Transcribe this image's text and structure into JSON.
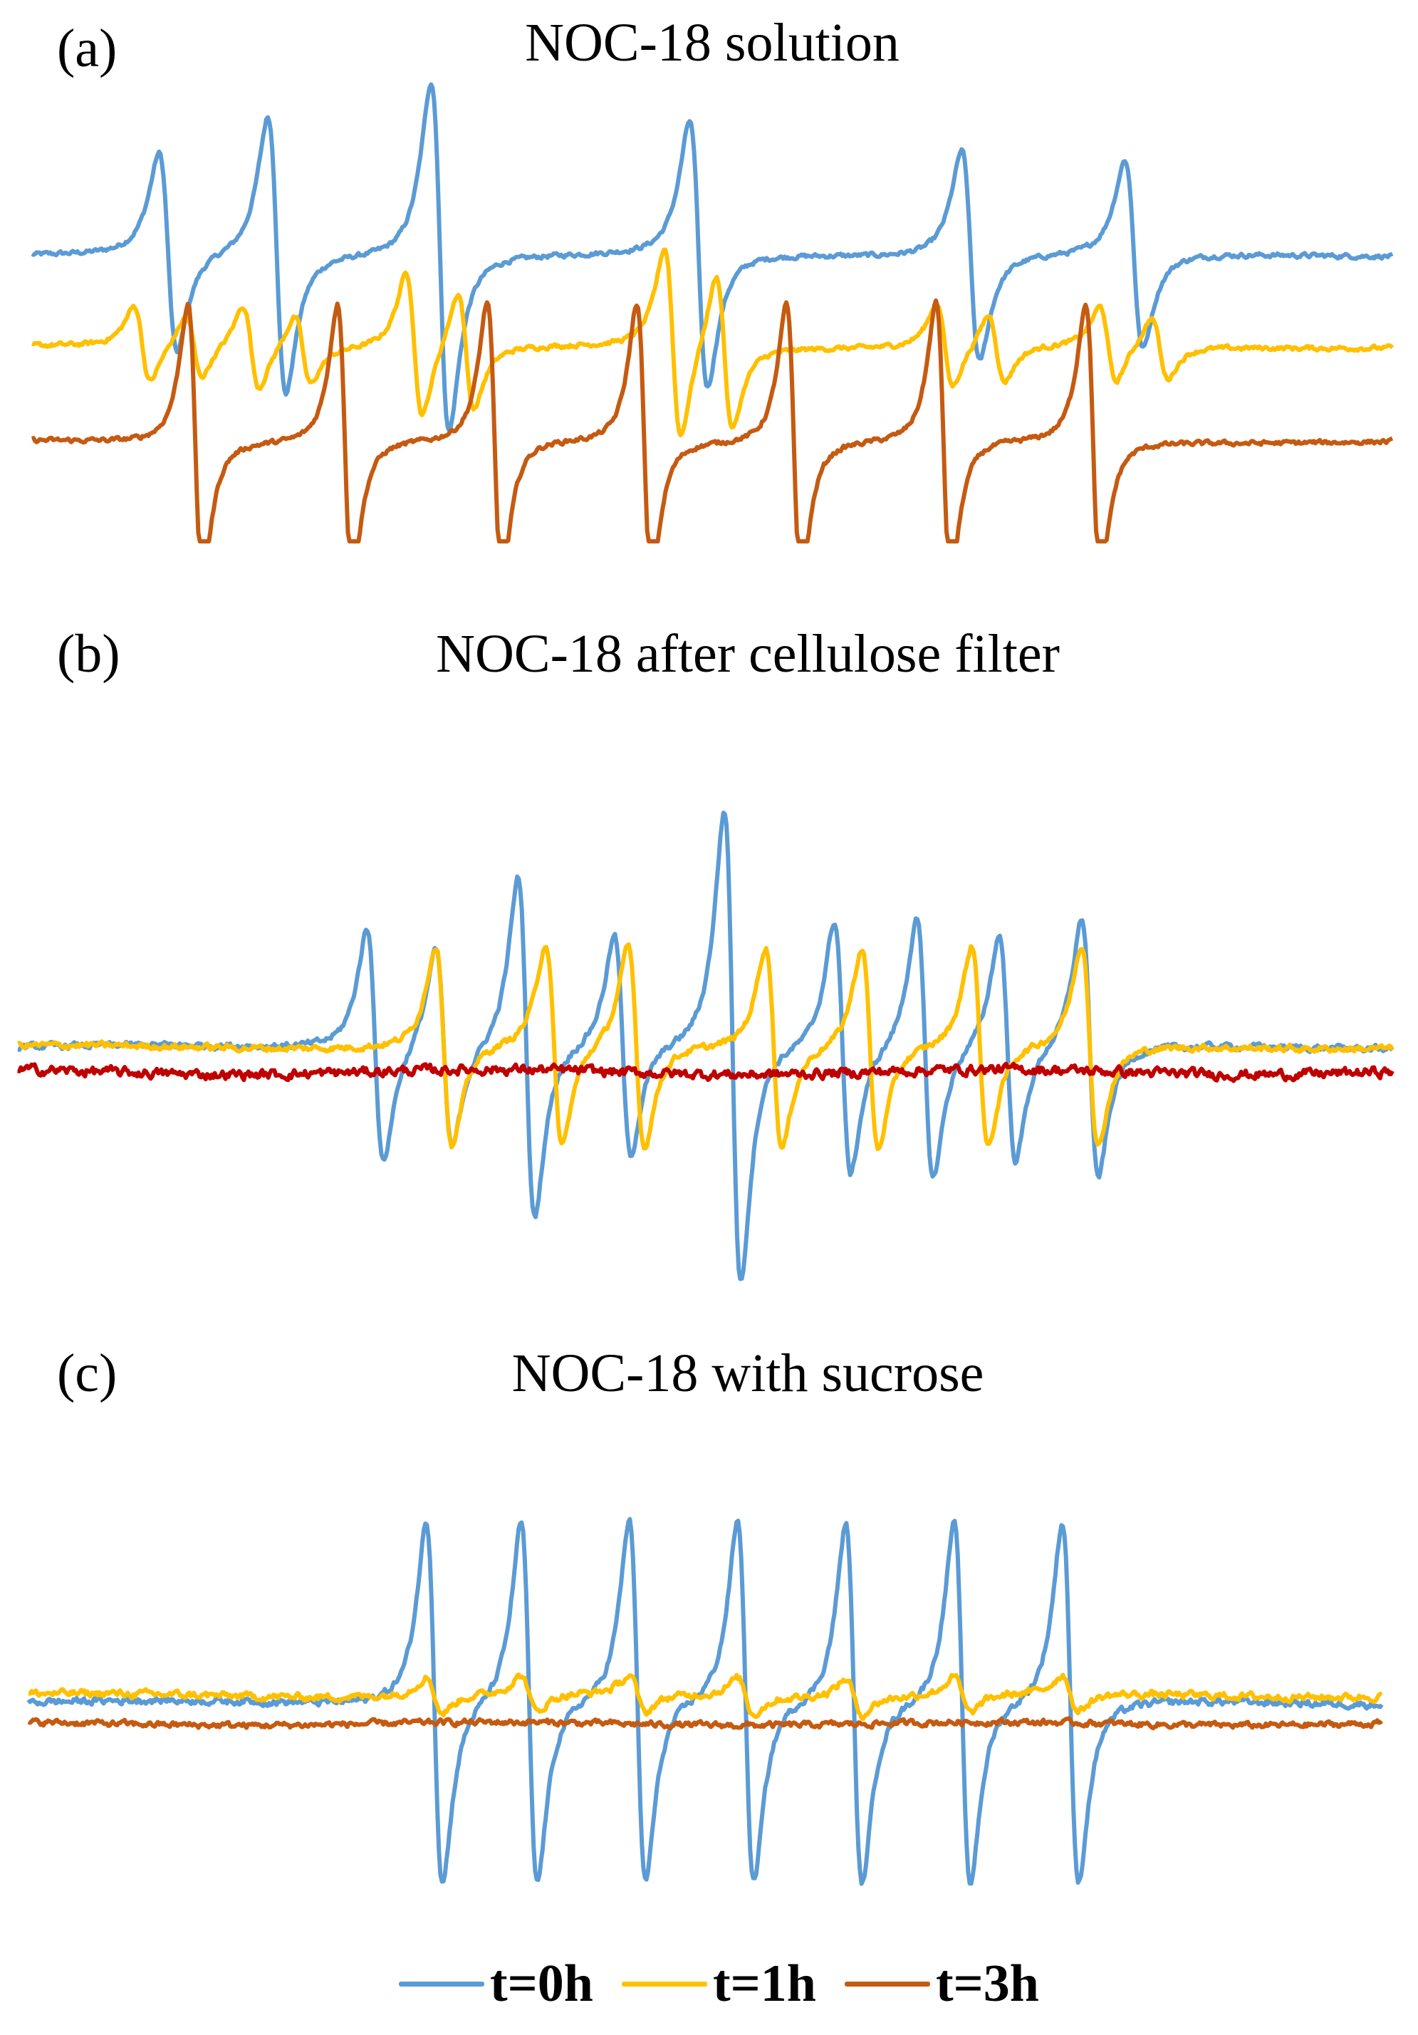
{
  "chart_data": [
    {
      "type": "line",
      "panel_label": "(a)",
      "title": "NOC-18 solution",
      "xlabel": "",
      "ylabel": "",
      "axes_visible": false,
      "grid": false,
      "stacked_offsets": true,
      "series": [
        {
          "name": "t=0h",
          "color": "#5b9bd5",
          "lines": [
            0.1,
            0.18,
            0.3,
            0.49,
            0.69,
            0.81
          ],
          "hf_split": 0,
          "amplitude": [
            0.72,
            1.0,
            1.26,
            0.96,
            0.76,
            0.68
          ],
          "linewidth": 0.0115,
          "noise": 0.05
        },
        {
          "name": "t=1h",
          "color": "#ffc000",
          "lines": [
            0.1,
            0.18,
            0.3,
            0.49,
            0.69,
            0.81
          ],
          "hf_split": 0.038,
          "amplitude": [
            0.5,
            0.55,
            0.95,
            1.25,
            0.55,
            0.5
          ],
          "linewidth": 0.0105,
          "noise": 0.05
        },
        {
          "name": "t=3h",
          "color": "#c55a11",
          "lines": [
            0.12,
            0.23,
            0.34,
            0.45,
            0.56,
            0.67,
            0.78
          ],
          "hf_split": 0,
          "amplitude": [
            1.0,
            1.0,
            1.0,
            1.0,
            1.0,
            1.0,
            1.0
          ],
          "linewidth": 0.0095,
          "noise": 0.05
        }
      ]
    },
    {
      "type": "line",
      "panel_label": "(b)",
      "title": "NOC-18 after cellulose filter",
      "xlabel": "",
      "ylabel": "",
      "axes_visible": false,
      "grid": false,
      "stacked_offsets": false,
      "series": [
        {
          "name": "t=0h",
          "color": "#5b9bd5",
          "lines": [
            0.26,
            0.31,
            0.37,
            0.44,
            0.52,
            0.6,
            0.66,
            0.72,
            0.78
          ],
          "hf_split": 0,
          "amplitude": [
            0.72,
            0.62,
            1.05,
            0.68,
            1.45,
            0.78,
            0.8,
            0.7,
            0.8
          ],
          "linewidth": 0.0105,
          "noise": 0.06
        },
        {
          "name": "t=1h",
          "color": "#ffc000",
          "lines": [
            0.31,
            0.39,
            0.45,
            0.55,
            0.62,
            0.7,
            0.78
          ],
          "hf_split": 0,
          "amplitude": [
            0.62,
            0.62,
            0.62,
            0.62,
            0.62,
            0.62,
            0.62
          ],
          "linewidth": 0.0105,
          "noise": 0.06
        },
        {
          "name": "t=3h",
          "color": "#c00000",
          "lines": [],
          "hf_split": 0,
          "amplitude": [],
          "linewidth": 0.01,
          "noise": 0.09
        }
      ]
    },
    {
      "type": "line",
      "panel_label": "(c)",
      "title": "NOC-18 with sucrose",
      "xlabel": "",
      "ylabel": "",
      "axes_visible": false,
      "grid": false,
      "stacked_offsets": false,
      "series": [
        {
          "name": "t=0h",
          "color": "#5b9bd5",
          "lines": [
            0.3,
            0.37,
            0.45,
            0.53,
            0.61,
            0.69,
            0.77
          ],
          "hf_split": 0,
          "amplitude": [
            1.0,
            1.0,
            1.0,
            1.0,
            1.0,
            1.0,
            1.0
          ],
          "linewidth": 0.0105,
          "noise": 0.06
        },
        {
          "name": "t=1h",
          "color": "#ffc000",
          "lines": [
            0.3,
            0.37,
            0.45,
            0.53,
            0.61,
            0.69,
            0.77
          ],
          "hf_split": 0,
          "amplitude": [
            0.1,
            0.1,
            0.1,
            0.1,
            0.1,
            0.1,
            0.1
          ],
          "linewidth": 0.0105,
          "noise": 0.06
        },
        {
          "name": "t=3h",
          "color": "#c55a11",
          "lines": [],
          "hf_split": 0,
          "amplitude": [],
          "linewidth": 0.01,
          "noise": 0.05
        }
      ]
    }
  ],
  "legend": {
    "placement": "bottom-center",
    "items": [
      {
        "label": "t=0h",
        "color": "#5b9bd5"
      },
      {
        "label": "t=1h",
        "color": "#ffc000"
      },
      {
        "label": "t=3h",
        "color": "#c55a11"
      }
    ]
  }
}
